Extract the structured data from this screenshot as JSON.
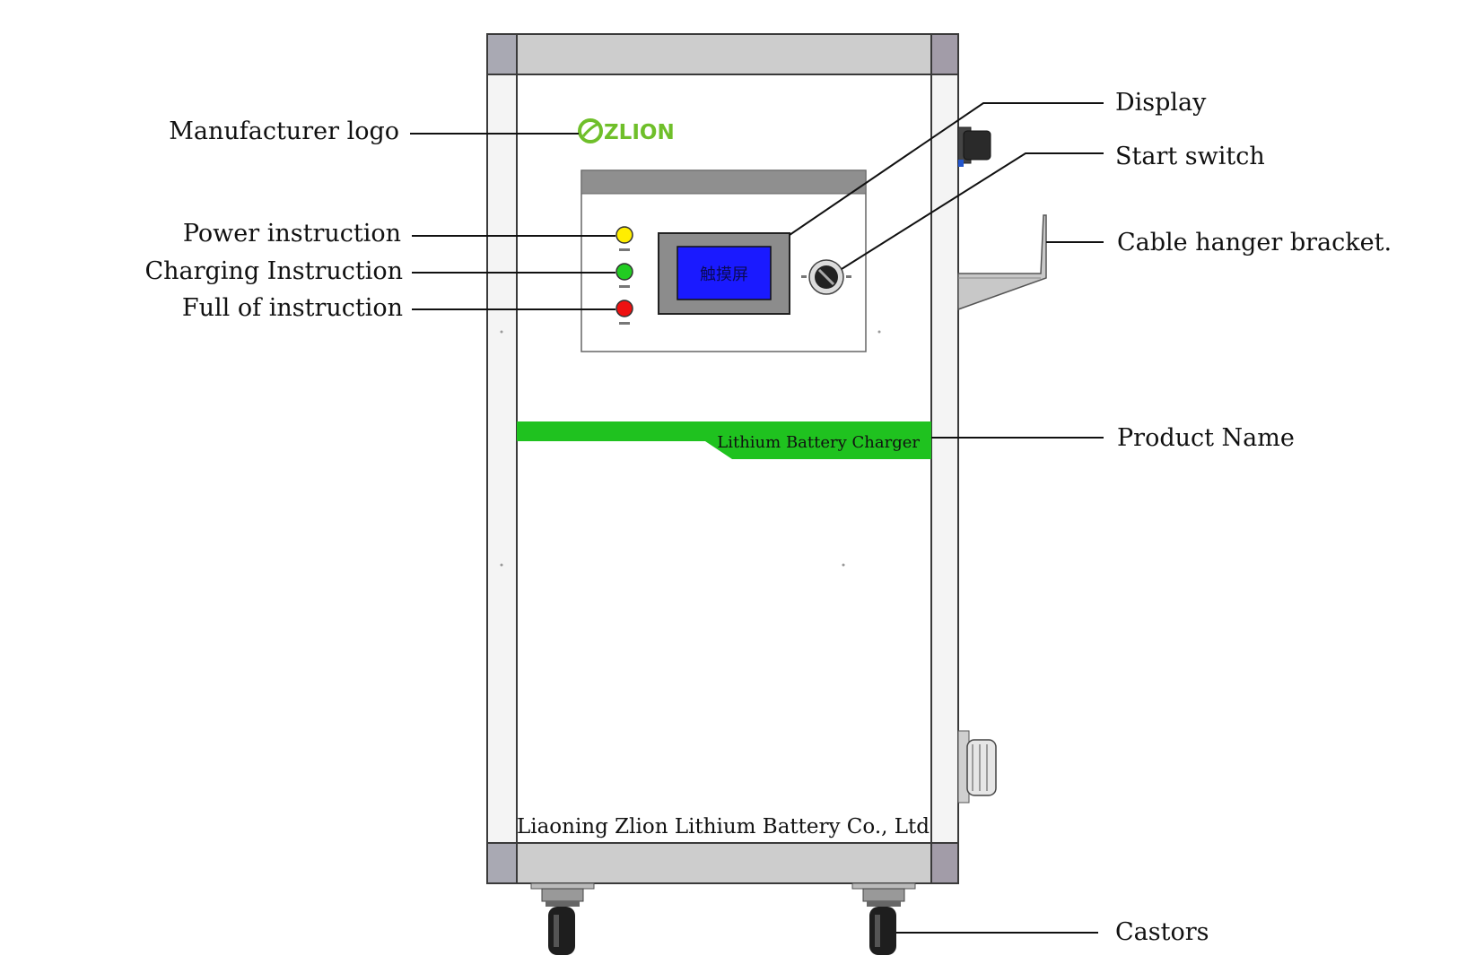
{
  "callouts": {
    "manufacturer_logo": "Manufacturer logo",
    "power_instruction": "Power instruction",
    "charging_instruction": "Charging Instruction",
    "full_instruction": "Full of instruction",
    "display": "Display",
    "start_switch": "Start switch",
    "cable_hanger": "Cable hanger bracket.",
    "product_name": "Product Name",
    "castors": "Castors"
  },
  "cabinet": {
    "logo_text": "ZLION",
    "product_banner": "Lithium Battery Charger",
    "company_name": "Liaoning Zlion Lithium Battery Co., Ltd",
    "display_text": "触摸屏"
  },
  "colors": {
    "logo_green": "#6fbf2a",
    "banner_green": "#1fc21f",
    "display_blue": "#1a1aff",
    "indicator_power": "#ffee00",
    "indicator_charging": "#22cc22",
    "indicator_full": "#ee1111"
  }
}
